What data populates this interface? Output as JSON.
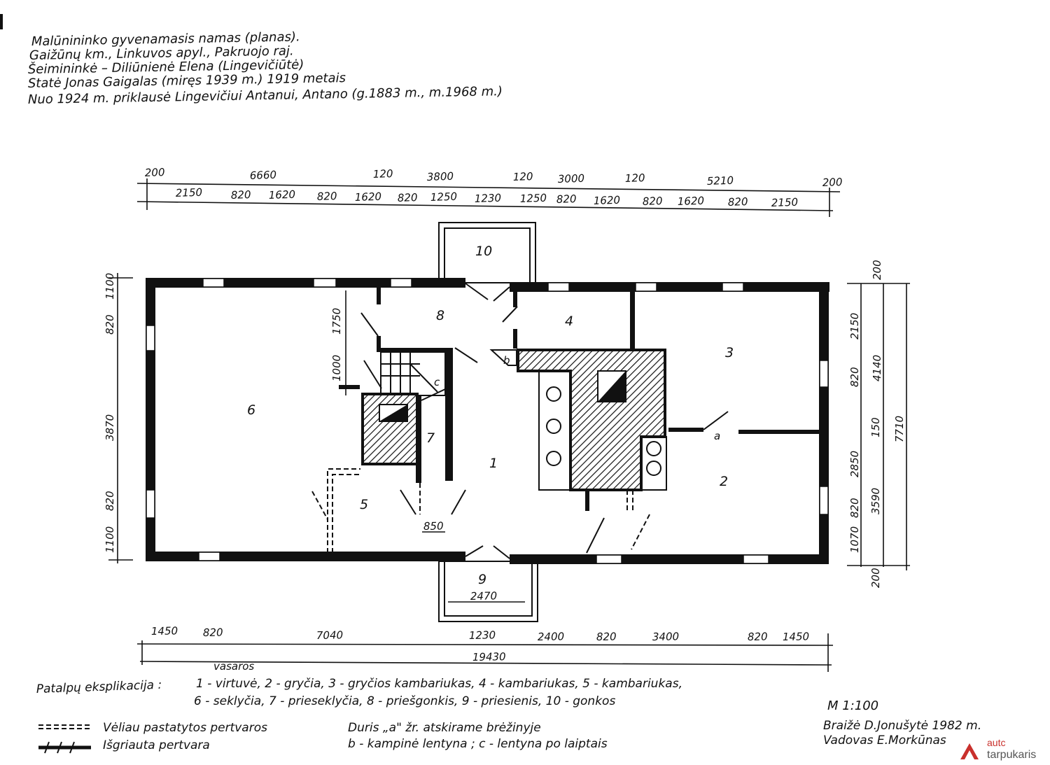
{
  "title": {
    "lines": [
      "Malūnininko gyvenamasis namas (planas).",
      "Gaižūnų km., Linkuvos apyl., Pakruojo raj.",
      "Šeimininkė – Diliūnienė Elena (Lingevičiūtė)",
      "Statė Jonas Gaigalas (miręs 1939 m.) 1919 metais",
      "Nuo 1924 m. priklausė Lingevičiui Antanui, Antano (g.1883 m., m.1968 m.)"
    ]
  },
  "dimensions": {
    "top_outer": [
      "200",
      "6660",
      "120",
      "3800",
      "120",
      "3000",
      "120",
      "5210",
      "200"
    ],
    "top_inner": [
      "2150",
      "820",
      "1620",
      "820",
      "1620",
      "820",
      "1250",
      "1230",
      "1250",
      "820",
      "1620",
      "820",
      "1620",
      "820",
      "2150"
    ],
    "bottom": [
      "1450",
      "820",
      "7040",
      "1230",
      "2400",
      "820",
      "3400",
      "820",
      "1450"
    ],
    "bottom_total": "19430",
    "porch_width": "2470",
    "door_width": "850",
    "left": [
      "1100",
      "820",
      "3870",
      "820",
      "1100"
    ],
    "right_inner": [
      "2150",
      "820",
      "2850",
      "820",
      "1070"
    ],
    "right_middle": [
      "200",
      "4140",
      "150",
      "3590",
      "200"
    ],
    "right_total": "7710",
    "stair": [
      "1750",
      "1000"
    ]
  },
  "rooms": {
    "r1": "1",
    "r2": "2",
    "r3": "3",
    "r4": "4",
    "r5": "5",
    "r6": "6",
    "r7": "7",
    "r8": "8",
    "r9": "9",
    "r10": "10",
    "a": "a",
    "b": "b",
    "c": "c"
  },
  "legend": {
    "explication_label": "Patalpų eksplikacija :",
    "explication_note": "vasaros",
    "explication_line1": "1 - virtuvė, 2 - gryčia, 3 - gryčios kambariukas, 4 - kambariukas, 5 - kambariukas,",
    "explication_line2": "6 - seklyčia, 7 - prieseklyčia, 8 - priešgonkis, 9 - priesienis, 10 - gonkos",
    "later_partitions": "Vėliau pastatytos pertvaros",
    "demolished_partition": "Išgriauta pertvara",
    "door_note": "Duris „a\" žr. atskirame brėžinyje",
    "shelf_note": "b - kampinė lentyna ; c - lentyna po laiptais",
    "scale": "M 1:100",
    "drawn_by": "Braižė D.Jonušytė 1982 m.",
    "supervisor": "Vadovas E.Morkūnas"
  },
  "watermark": {
    "line1": "autc",
    "line2": "tarpukaris"
  }
}
